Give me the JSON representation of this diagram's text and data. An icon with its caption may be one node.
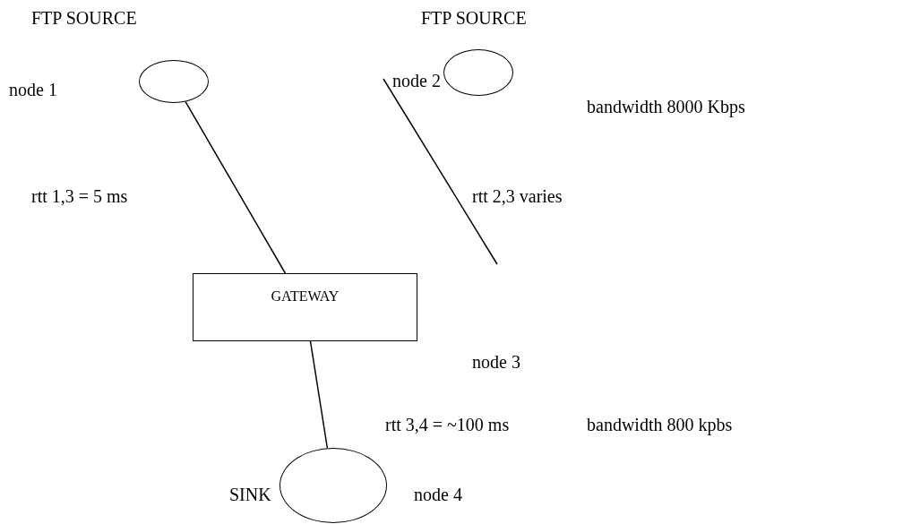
{
  "diagram": {
    "nodes": [
      {
        "text": [
          "FTP SOURCE"
        ]
      },
      {
        "text": [
          "FTP SOURCE"
        ],
        "beside": [
          "node 2"
        ]
      },
      {
        "text": [
          "GATEWAY"
        ],
        "beside": [
          "node 3"
        ]
      },
      {
        "text": [
          "SINK"
        ],
        "beside": [
          "node 4"
        ]
      }
    ],
    "edges": [
      {
        "from": 0,
        "to": 2,
        "arrow": "none"
      },
      {
        "from": 1,
        "to": null,
        "arrow": "none"
      },
      {
        "from": 2,
        "to": 3,
        "arrow": "none"
      }
    ],
    "labels": [
      "node 1",
      "bandwidth 8000 Kbps",
      "rtt 1,3 = 5 ms",
      "rtt 2,3 varies",
      "rtt 3,4 = ~100 ms",
      "bandwidth 800 kpbs"
    ]
  }
}
